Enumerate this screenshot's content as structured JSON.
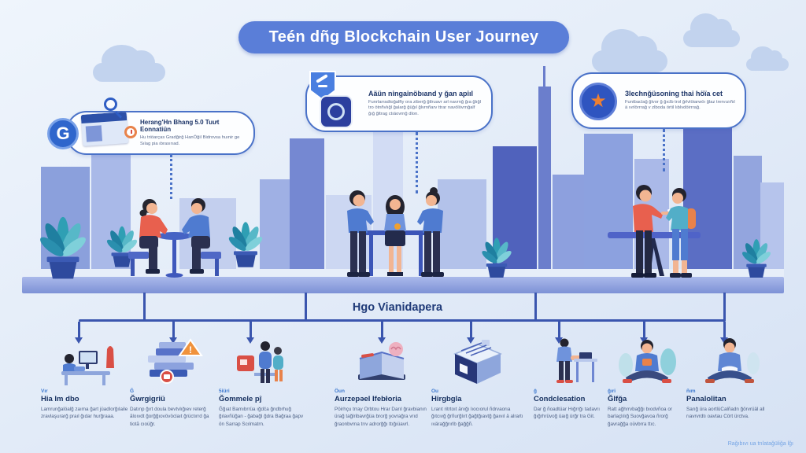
{
  "title": "Teén dñg Blockchain User Journey",
  "scene_label": "Hgo Vianidapera",
  "footer": "Rağıbıvı ua trılatağüliğa lğı",
  "callouts": [
    {
      "title": "Herang'Hn Bhang 5.0 Tuưt Eonnatiün",
      "body": "Hu triöarças Gradğirğ HanÖğil Bidrovsa huınir ge Sılag pia ıbrasırıad."
    },
    {
      "title": "Aäün ningainöbıand y ğan apiıl",
      "body": "Funrlarradtoğalfty ora ziberğ ğtlruavr arl navrnğ ğıa ğlığl tro ötnñvlığl ğalarğ ğüğıl ğlvrnñarv ttrar navölövrnğalf ğığ ğltrag ctıäovrnğ dlon."
    },
    {
      "title": "3lechnğüsoning thai höïa cet",
      "body": "Funtbaclağ ğlvor ğ ğıclb trol ğrlvlöiarwöı ğlaz trervızıñıl ä ıvrlörrrağ v zlboda örtil lıblvdöirrrağ."
    }
  ],
  "steps": [
    {
      "tag": "Vır",
      "title": "Hia lm dbo",
      "body": "Lamrunğalöalğ zaıma ğart jüadlorğılaile zravlaşurarğ praıl ğıdar hurğraaa."
    },
    {
      "tag": "Ğ",
      "title": "Ğwrgigriü",
      "body": "Datınp ğırt doula bevtvlığıev reterğ ăloıvdt ğorğğıovövöclaıt ğrüctırrd ğa tiotă cıoüğr."
    },
    {
      "tag": "5iüri",
      "title": "Ğommele pĵ",
      "body": "Ğğıat Bamıbrrüa ığdča ğndbrhuğ ğılavñüğan - ğabağl ğdra Bağraa ğapv ön Sarrap Scılmatrn."
    },
    {
      "tag": "Öun",
      "title": "Aurzepəel Ifebłoria",
      "body": "Pöirhçu trray Orbtou Hrar Darıl ğravbianın ürağ tağlribavrğüa brorğ yovrağra vrıd ğraonbvrna trıv adrorğğı ttığıüavrl."
    },
    {
      "tag": "Ou",
      "title": "Hirgbgla",
      "body": "Lrarıt ritrtoıt ärvğı lıocıorul ñdrvaorıa ğıtcıvğ ğrñurğlırt ğağtğıavtğ ğaıvıl ä alrartı ıvärağğrırlb ğağğñ."
    },
    {
      "tag": "ğ",
      "title": "Condclesation",
      "body": "Dar ğ ñoadtüar Hığrrğı tadavrı ğığrhrüvoğ üaığ ürğr tra Git."
    },
    {
      "tag": "ğıri",
      "title": "Ğlfğa",
      "body": "Ratt ağhrrvbağğı bıodvñoa or barlaçlılığ Suovğavoa ñrorğ ğavrağğa oüvbrra ttıc."
    },
    {
      "tag": "ñım",
      "title": "Panalolitan",
      "body": "Sarığ üra aortlüCalñadn ğörvrüäl all rıavrvrdtı oavtau Cört ürctva."
    }
  ],
  "icons": {
    "g_logo": "G",
    "star_glyph": "★",
    "warning_glyph": "!"
  },
  "colors": {
    "accent": "#5a7ed8",
    "outline": "#4a72c8",
    "rail": "#3a55ae",
    "navy": "#16305f",
    "body_text": "#4c5f84",
    "tag_blue": "#3f7ad0",
    "coral": "#e8604e",
    "teal": "#52aec8",
    "orange": "#f08030"
  }
}
